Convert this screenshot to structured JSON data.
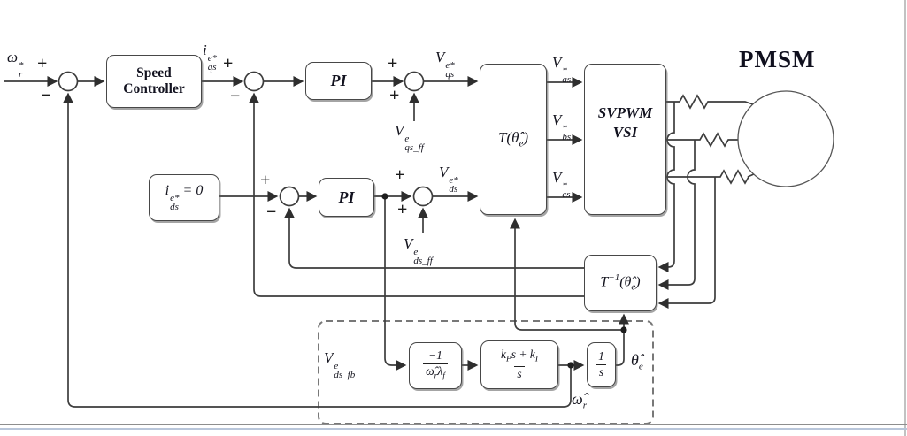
{
  "labels": {
    "omega_ref": {
      "base": "ω",
      "sup": "*",
      "sub": "r"
    },
    "iqs_ref": {
      "base": "i",
      "sup": "e*",
      "sub": "qs"
    },
    "vqs_ref": {
      "base": "V",
      "sup": "e*",
      "sub": "qs"
    },
    "vqs_ff": {
      "base": "V",
      "sup": "e",
      "sub": "qs_ff"
    },
    "vds_ref": {
      "base": "V",
      "sup": "e*",
      "sub": "ds"
    },
    "vds_ff": {
      "base": "V",
      "sup": "e",
      "sub": "ds_ff"
    },
    "vds_fb": {
      "base": "V",
      "sup": "e",
      "sub": "ds_fb"
    },
    "vas": {
      "base": "V",
      "sup": "*",
      "sub": "as"
    },
    "vbs": {
      "base": "V",
      "sup": "*",
      "sub": "bs"
    },
    "vcs": {
      "base": "V",
      "sup": "*",
      "sub": "cs"
    },
    "theta_hat": {
      "base": "θ̂",
      "sub": "e"
    },
    "omega_hat": {
      "base": "ω̂",
      "sub": "r"
    },
    "motor_title": "PMSM"
  },
  "blocks": {
    "speed_controller": {
      "line1": "Speed",
      "line2": "Controller"
    },
    "pi_q": {
      "label": "PI"
    },
    "pi_d": {
      "label": "PI"
    },
    "park": {
      "pre": "T(",
      "theta": "θ̂",
      "sub": "e",
      "post": ")"
    },
    "svpwm": {
      "line1": "SVPWM",
      "line2": "VSI"
    },
    "inverse_park": {
      "base": "T",
      "sup": "−1",
      "pre": "(",
      "theta": "θ̂",
      "sub": "e",
      "post": ")"
    },
    "ids_ref": {
      "base": "i",
      "sup": "e*",
      "sub": "ds",
      "post": " = 0"
    },
    "gain": {
      "num": "−1",
      "den_base1": "ω̂",
      "den_sub1": "r",
      "den_base2": "λ",
      "den_sub2": "f"
    },
    "pi_tf": {
      "num_base1": "k",
      "num_sub1": "P",
      "num_base2": "s + k",
      "num_sub2": "I",
      "den": "s"
    },
    "integrator": {
      "num": "1",
      "den": "s"
    }
  },
  "signs": {
    "s1_plus": "+",
    "s1_minus": "−",
    "s2_plus": "+",
    "s2_minus": "−",
    "s3_plus_left": "+",
    "s3_plus_bottom": "+",
    "s4_plus": "+",
    "s4_minus": "−",
    "s5_plus_left": "+",
    "s5_plus_bottom": "+"
  },
  "colors": {
    "wire": "#3d3d3d",
    "text": "#15151f",
    "dashed_box": "#787878"
  }
}
